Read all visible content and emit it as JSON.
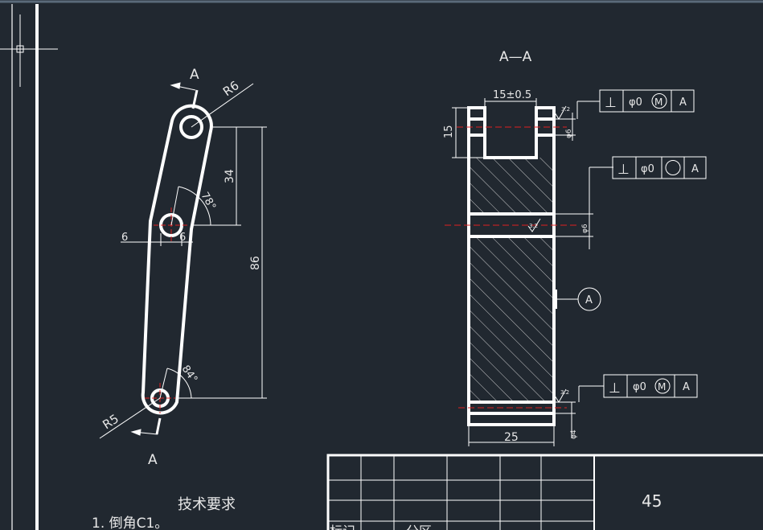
{
  "drawing": {
    "section_label": "A—A",
    "view_arrow_label_top": "A",
    "view_arrow_label_bottom": "A",
    "radius_top": "R6",
    "radius_bottom": "R5",
    "dim_34": "34",
    "dim_86": "86",
    "dim_6_left": "6",
    "dim_6_right": "6",
    "angle_78": "78°",
    "angle_84": "84°",
    "dim_width_top": "15±0.5",
    "dim_height_15": "15",
    "dim_bottom_width": "25",
    "dia_top": "φ6",
    "dia_mid": "φ6",
    "dia_bottom": "φ4",
    "roughness": "3.2",
    "datum_label": "A"
  },
  "tolerance_frames": [
    {
      "symbol": "⊥",
      "value": "φ0",
      "modifier": "M",
      "datum": "A"
    },
    {
      "symbol": "⊥",
      "value": "φ0",
      "modifier": "",
      "datum": "A"
    },
    {
      "symbol": "⊥",
      "value": "φ0",
      "modifier": "M",
      "datum": "A"
    }
  ],
  "tech": {
    "title": "技术要求",
    "note1": "1. 倒角C1。"
  },
  "title_block": {
    "material": "45",
    "cut_text_1": "标记",
    "cut_text_2": "分区"
  },
  "colors": {
    "background": "#212830",
    "line": "#ffffff",
    "center_line": "#e02020"
  }
}
